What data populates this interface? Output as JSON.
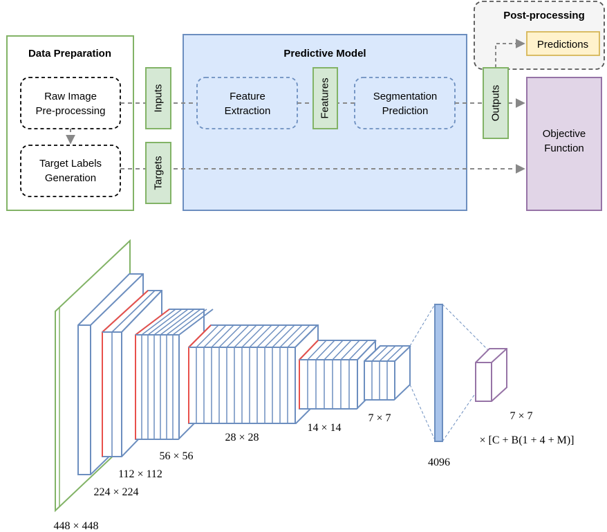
{
  "pipeline": {
    "data_preparation": {
      "title": "Data Preparation",
      "raw_image": [
        "Raw Image",
        "Pre-processing"
      ],
      "target_labels": [
        "Target Labels",
        "Generation"
      ]
    },
    "inputs_label": "Inputs",
    "targets_label": "Targets",
    "predictive_model": {
      "title": "Predictive Model",
      "feature_extraction": [
        "Feature",
        "Extraction"
      ],
      "features_label": "Features",
      "segmentation_prediction": [
        "Segmentation",
        "Prediction"
      ]
    },
    "outputs_label": "Outputs",
    "post_processing": {
      "title": "Post-processing",
      "predictions": "Predictions"
    },
    "objective_function": [
      "Objective",
      "Function"
    ]
  },
  "cnn": {
    "input_size": "448 × 448",
    "layer_sizes": [
      "224 × 224",
      "112 × 112",
      "56 × 56",
      "28 × 28",
      "14 × 14",
      "7 × 7"
    ],
    "fc_size": "4096",
    "output_size": "7 × 7",
    "output_depth": "× [C + B(1 + 4 + M)]"
  },
  "colors": {
    "green_stroke": "#82b366",
    "green_fill": "#d5e8d4",
    "blue_stroke": "#6c8ebf",
    "blue_fill": "#dae8fc",
    "red_stroke": "#e8504a",
    "purple_stroke": "#9673a6",
    "purple_fill": "#e1d5e7",
    "yellow_stroke": "#d6b656",
    "yellow_fill": "#fff2cc",
    "gray_arrow": "#888888",
    "post_fill": "#f5f5f5"
  }
}
